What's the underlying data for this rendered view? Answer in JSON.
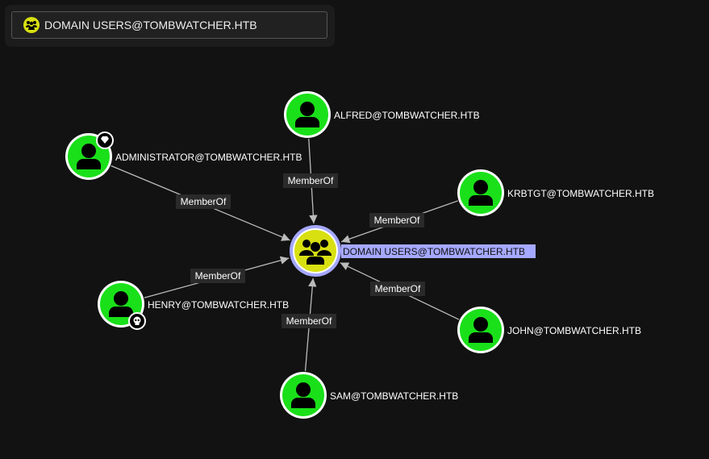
{
  "search": {
    "selected_node": "DOMAIN USERS@TOMBWATCHER.HTB",
    "icon": "group-icon"
  },
  "graph": {
    "center": {
      "label": "DOMAIN USERS@TOMBWATCHER.HTB",
      "type": "Group",
      "color": "#d8e012",
      "highlight": "#a5a8ff"
    },
    "user_color": "#1ae01a",
    "edge_label": "MemberOf",
    "nodes": [
      {
        "label": "ALFRED@TOMBWATCHER.HTB",
        "badge": null
      },
      {
        "label": "ADMINISTRATOR@TOMBWATCHER.HTB",
        "badge": "gem-icon"
      },
      {
        "label": "KRBTGT@TOMBWATCHER.HTB",
        "badge": null
      },
      {
        "label": "HENRY@TOMBWATCHER.HTB",
        "badge": "skull-icon"
      },
      {
        "label": "JOHN@TOMBWATCHER.HTB",
        "badge": null
      },
      {
        "label": "SAM@TOMBWATCHER.HTB",
        "badge": null
      }
    ],
    "edges": [
      {
        "from": "ALFRED@TOMBWATCHER.HTB",
        "to": "DOMAIN USERS@TOMBWATCHER.HTB",
        "label": "MemberOf"
      },
      {
        "from": "ADMINISTRATOR@TOMBWATCHER.HTB",
        "to": "DOMAIN USERS@TOMBWATCHER.HTB",
        "label": "MemberOf"
      },
      {
        "from": "KRBTGT@TOMBWATCHER.HTB",
        "to": "DOMAIN USERS@TOMBWATCHER.HTB",
        "label": "MemberOf"
      },
      {
        "from": "HENRY@TOMBWATCHER.HTB",
        "to": "DOMAIN USERS@TOMBWATCHER.HTB",
        "label": "MemberOf"
      },
      {
        "from": "JOHN@TOMBWATCHER.HTB",
        "to": "DOMAIN USERS@TOMBWATCHER.HTB",
        "label": "MemberOf"
      },
      {
        "from": "SAM@TOMBWATCHER.HTB",
        "to": "DOMAIN USERS@TOMBWATCHER.HTB",
        "label": "MemberOf"
      }
    ]
  }
}
